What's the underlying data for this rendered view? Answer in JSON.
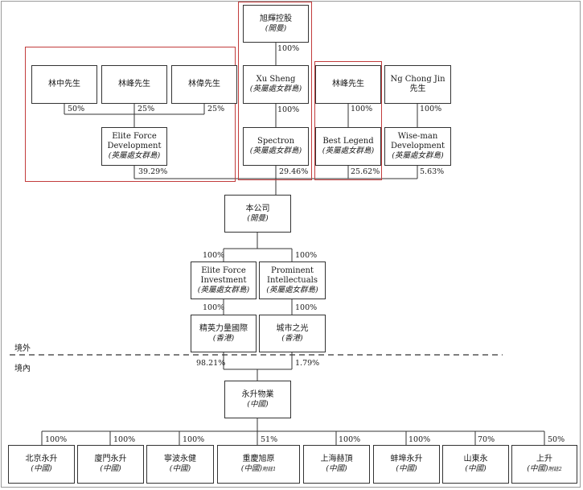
{
  "entities": {
    "xuhui_holding": {
      "name": "旭輝控股",
      "place": "(開曼)"
    },
    "lin_zhong": {
      "name": "林中先生"
    },
    "lin_feng_a": {
      "name": "林峰先生"
    },
    "lin_wei": {
      "name": "林偉先生"
    },
    "xu_sheng": {
      "name": "Xu Sheng",
      "place": "(英屬處女群島)"
    },
    "lin_feng_b": {
      "name": "林峰先生"
    },
    "ng_chong_jin": {
      "name": "Ng Chong Jin先生"
    },
    "elite_force_dev": {
      "name": "Elite Force Development",
      "place": "(英屬處女群島)"
    },
    "spectron": {
      "name": "Spectron",
      "place": "(英屬處女群島)"
    },
    "best_legend": {
      "name": "Best Legend",
      "place": "(英屬處女群島)"
    },
    "wise_man": {
      "name": "Wise-man Development",
      "place": "(英屬處女群島)"
    },
    "company": {
      "name": "本公司",
      "place": "(開曼)"
    },
    "elite_force_inv": {
      "name": "Elite Force Investment",
      "place": "(英屬處女群島)"
    },
    "prominent": {
      "name": "Prominent Intellectuals",
      "place": "(英屬處女群島)"
    },
    "jingying": {
      "name": "精英力量國際",
      "place": "(香港)"
    },
    "chengshi": {
      "name": "城市之光",
      "place": "(香港)"
    },
    "yongsheng": {
      "name": "永升物業",
      "place": "(中國)"
    },
    "beijing": {
      "name": "北京永升",
      "place": "(中國)"
    },
    "xiamen": {
      "name": "廈門永升",
      "place": "(中國)"
    },
    "ningbo": {
      "name": "寧波永健",
      "place": "(中國)"
    },
    "chongqing": {
      "name": "重慶旭原",
      "place": "(中國)",
      "note": "附註1"
    },
    "shanghai": {
      "name": "上海赫頂",
      "place": "(中國)"
    },
    "bengbu": {
      "name": "蚌埠永升",
      "place": "(中國)"
    },
    "shandong": {
      "name": "山東永",
      "place": "(中國)"
    },
    "last": {
      "name": "上升",
      "place": "(中國)",
      "note": "附註2"
    }
  },
  "percentages": {
    "xuhui_to_xusheng": "100%",
    "lz_to_efd": "50%",
    "lfa_to_efd": "25%",
    "lw_to_efd": "25%",
    "xusheng_to_spectron": "100%",
    "lfb_to_bl": "100%",
    "ng_to_wise": "100%",
    "efd_to_co": "39.29%",
    "spectron_to_co": "29.46%",
    "bl_to_co": "25.62%",
    "wise_to_co": "5.63%",
    "co_to_efi": "100%",
    "co_to_pi": "100%",
    "efi_to_jy": "100%",
    "pi_to_cs": "100%",
    "jy_to_ys": "98.21%",
    "cs_to_ys": "1.79%",
    "ys_to_beijing": "100%",
    "ys_to_xiamen": "100%",
    "ys_to_ningbo": "100%",
    "ys_to_chongqing": "51%",
    "ys_to_shanghai": "100%",
    "ys_to_bengbu": "100%",
    "ys_to_shandong": "70%",
    "ys_to_last": "50%"
  },
  "zones": {
    "offshore": "境外",
    "onshore": "境內"
  },
  "colors": {
    "line": "#333333",
    "highlight": "#c23b3b",
    "dash": "#333333"
  }
}
